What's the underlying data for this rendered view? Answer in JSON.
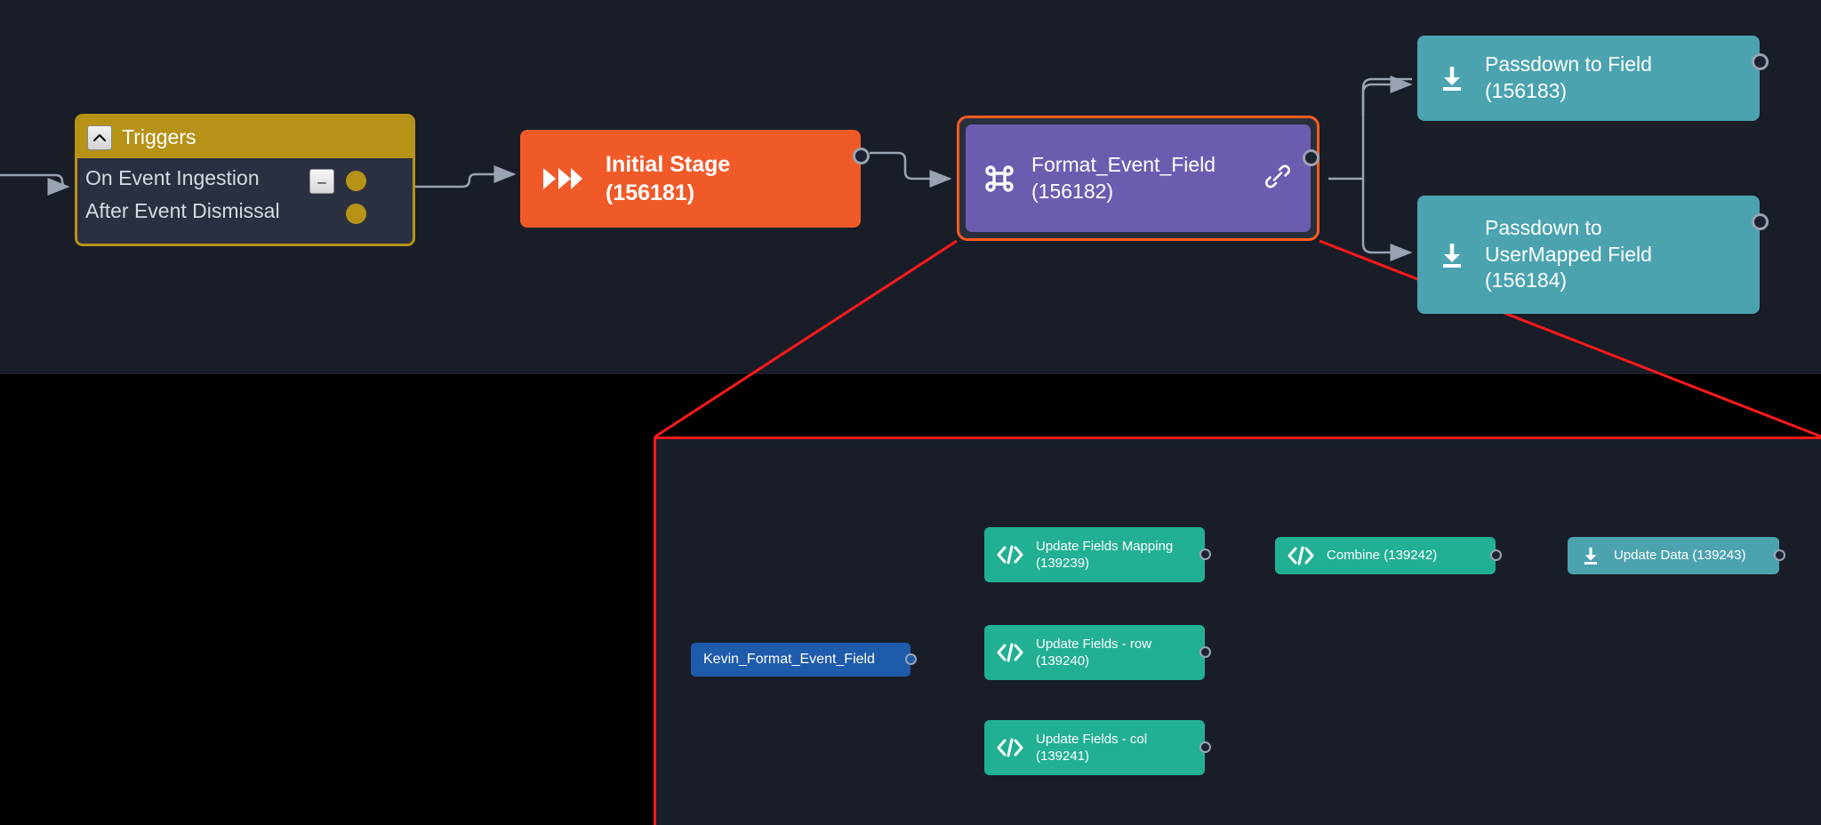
{
  "canvas": {
    "background": "#000000",
    "surface_background": "#191d28",
    "callout_color": "#ff1a1a",
    "selection_color": "#ff5a1f"
  },
  "top_flow": {
    "triggers_node": {
      "title": "Triggers",
      "collapse_icon": "chevron-up-icon",
      "header_color": "#b69217",
      "body_color": "#2b3040",
      "rows": [
        {
          "label": "On Event Ingestion",
          "has_minus_button": true,
          "minus_label": "–",
          "dot_color": "#b69217"
        },
        {
          "label": "After Event Dismissal",
          "has_minus_button": false,
          "dot_color": "#b69217"
        }
      ]
    },
    "initial_stage_node": {
      "icon": "double-chevron-right-icon",
      "name": "Initial Stage",
      "id": "(156181)",
      "color": "#f05a28"
    },
    "format_event_field_node": {
      "icon": "command-icon",
      "right_icon": "link-icon",
      "name": "Format_Event_Field",
      "id": "(156182)",
      "color": "#6b5cb0",
      "selected": true
    },
    "passdown_nodes": [
      {
        "icon": "download-icon",
        "name": "Passdown to Field",
        "id": "(156183)",
        "color": "#4ba3b0"
      },
      {
        "icon": "download-icon",
        "name": "Passdown to\nUserMapped Field",
        "id": "(156184)",
        "color": "#4ba3b0"
      }
    ]
  },
  "detail_panel": {
    "source_node": {
      "name": "Kevin_Format_Event_Field",
      "color": "#1e5bab"
    },
    "code_nodes": [
      {
        "icon": "code-icon",
        "name": "Update Fields Mapping",
        "id": "(139239)",
        "color": "#21b093"
      },
      {
        "icon": "code-icon",
        "name": "Update Fields - row",
        "id": "(139240)",
        "color": "#21b093"
      },
      {
        "icon": "code-icon",
        "name": "Update Fields - col",
        "id": "(139241)",
        "color": "#21b093"
      }
    ],
    "combine_node": {
      "icon": "code-icon",
      "label": "Combine (139242)",
      "color": "#21b093"
    },
    "update_data_node": {
      "icon": "download-icon",
      "label": "Update Data (139243)",
      "color": "#4ba3b0"
    }
  }
}
